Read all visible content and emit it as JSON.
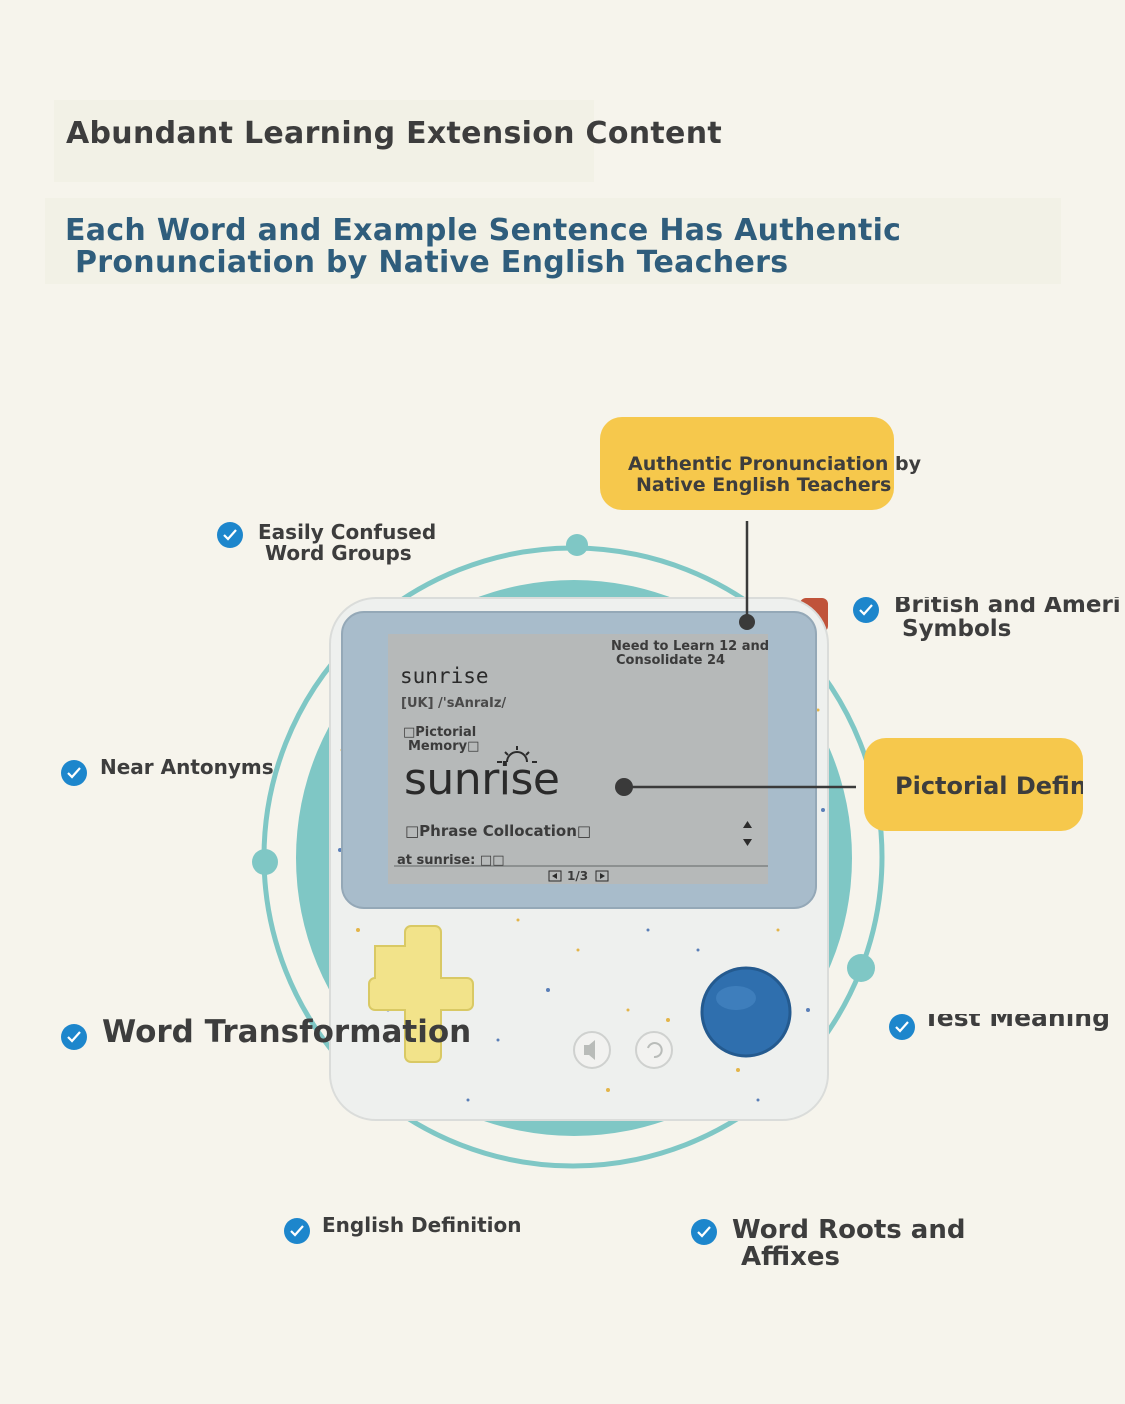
{
  "headings": {
    "main_title": "Abundant Learning Extension Content",
    "subtitle_line1": "Each Word and Example Sentence Has Authentic",
    "subtitle_line2": "Pronunciation by Native English Teachers"
  },
  "callouts": {
    "pronunciation_line1": "Authentic Pronunciation by",
    "pronunciation_line2": "Native English Teachers",
    "pictorial": "Pictorial Definit"
  },
  "features": {
    "confused_line1": "Easily Confused",
    "confused_line2": "Word Groups",
    "british_line1": "British and Ameri",
    "british_line2": "Symbols",
    "antonyms": "Near Antonyms",
    "transformation": "Word Transformation",
    "test_meaning": "Test Meaning",
    "english_definition": "English Definition",
    "roots_line1": "Word Roots and",
    "roots_line2": "Affixes"
  },
  "screen": {
    "task_line1": "Need to Learn 12 and",
    "task_line2": "Consolidate 24",
    "word": "sunrise",
    "phonetic": "[UK] /'sAnraIz/",
    "pictorial_line1": "□Pictorial",
    "pictorial_line2": "Memory□",
    "image_word": "sunrise",
    "phrase_heading": "□Phrase Collocation□",
    "phrase_example": "at sunrise: □□",
    "pager": "1/3"
  },
  "colors": {
    "background": "#f6f4ec",
    "accent_yellow": "#f6c84c",
    "ring_teal": "#7fc7c5",
    "check_blue": "#1d86cc",
    "heading_blue": "#2f5d7c",
    "device_body": "#eef0ee",
    "screen_eink": "#b6b9b9",
    "dpad_yellow": "#f2e38a",
    "action_button_blue": "#2f6fae"
  }
}
